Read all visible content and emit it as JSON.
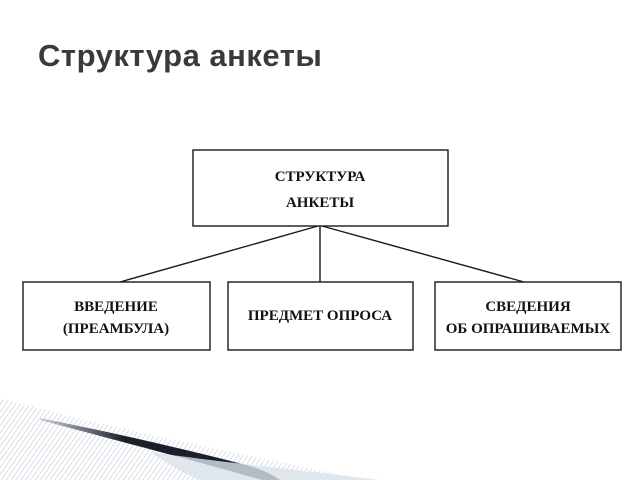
{
  "slide": {
    "title": "Структура анкеты"
  },
  "diagram": {
    "root": {
      "line1": "СТРУКТУРА",
      "line2": "АНКЕТЫ"
    },
    "children": [
      {
        "line1": "ВВЕДЕНИЕ",
        "line2": "(ПРЕАМБУЛА)"
      },
      {
        "line1": "ПРЕДМЕТ ОПРОСА",
        "line2": ""
      },
      {
        "line1": "СВЕДЕНИЯ",
        "line2": "ОБ ОПРАШИВАЕМЫХ"
      }
    ]
  },
  "colors": {
    "title": "#3a3a3a",
    "stroke": "#1a1a1a",
    "decor_dark": "#1a1f2b",
    "decor_light": "#c9d4df"
  }
}
